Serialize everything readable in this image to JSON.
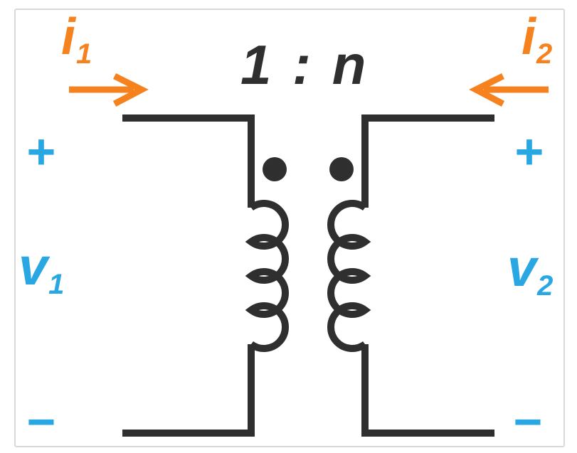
{
  "ratio": {
    "label": "1 : n"
  },
  "primary": {
    "current": {
      "base": "i",
      "sub": "1"
    },
    "voltage": {
      "base": "v",
      "sub": "1"
    },
    "polarity_plus": "+",
    "polarity_minus": "−"
  },
  "secondary": {
    "current": {
      "base": "i",
      "sub": "2"
    },
    "voltage": {
      "base": "v",
      "sub": "2"
    },
    "polarity_plus": "+",
    "polarity_minus": "−"
  },
  "icons": {
    "primary_current_arrow": "arrow-right",
    "secondary_current_arrow": "arrow-left",
    "primary_polarity_dot": "filled-circle",
    "secondary_polarity_dot": "filled-circle"
  },
  "colors": {
    "current_orange": "#F5821F",
    "voltage_blue": "#29A7E2",
    "wire_dark": "#2F2F2F",
    "frame_gray": "#D9D9D9",
    "background": "#FFFFFF"
  }
}
